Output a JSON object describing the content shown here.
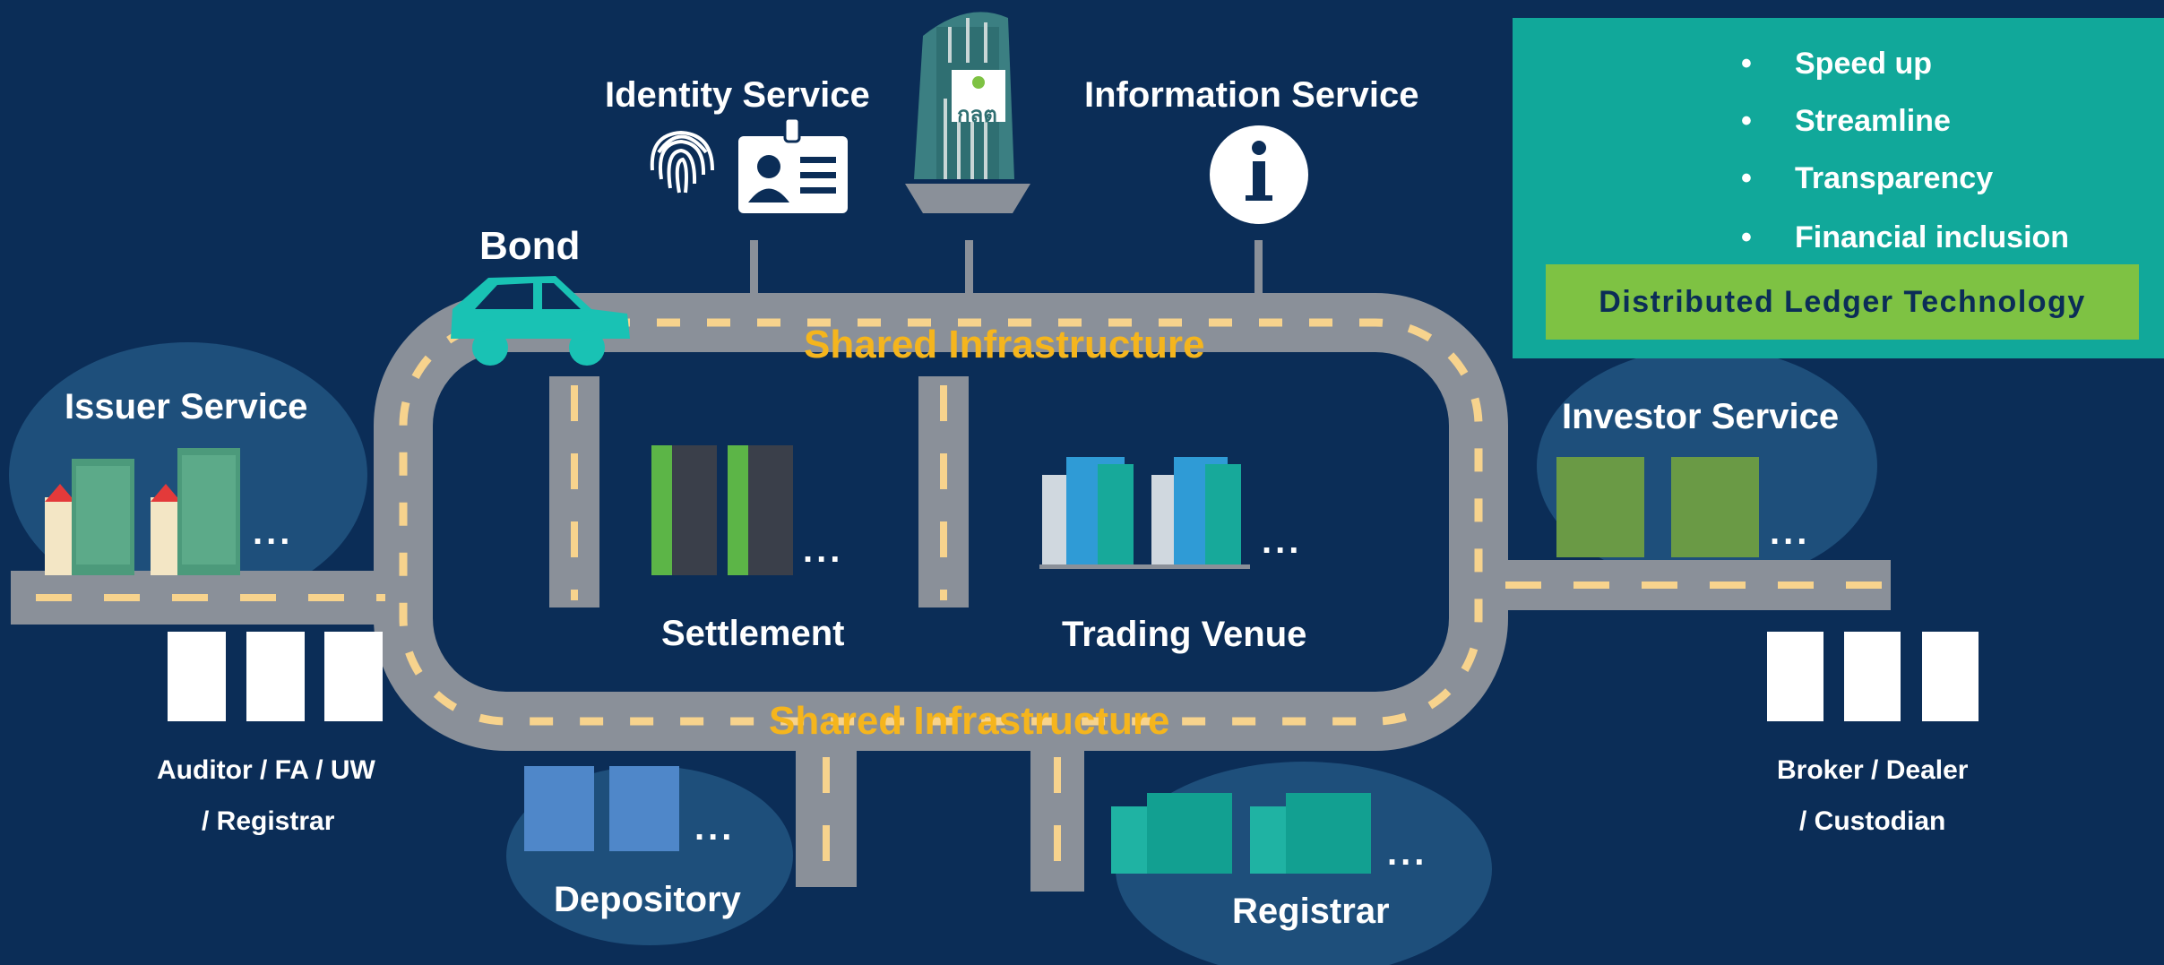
{
  "services": {
    "identity": "Identity Service",
    "information": "Information Service",
    "issuer": "Issuer Service",
    "investor": "Investor Service"
  },
  "bond_label": "Bond",
  "road": {
    "top_label": "Shared Infrastructure",
    "bottom_label": "Shared Infrastructure"
  },
  "nodes": {
    "settlement": "Settlement",
    "trading_venue": "Trading Venue",
    "depository": "Depository",
    "registrar": "Registrar",
    "auditor_line1": "Auditor / FA / UW",
    "auditor_line2": "/ Registrar",
    "broker_line1": "Broker / Dealer",
    "broker_line2": "/ Custodian",
    "ellipsis": "..."
  },
  "building_logo_text": "กลต",
  "dlt": {
    "benefits": [
      "Speed up",
      "Streamline",
      "Transparency",
      "Financial inclusion"
    ],
    "title": "Distributed Ledger Technology"
  },
  "colors": {
    "background": "#0b2d57",
    "road": "#8a9099",
    "road_dash": "#f7d38d",
    "infra_label": "#f5b51d",
    "panel": "#11a89a",
    "panel_bar": "#7ec243",
    "bond_car": "#19c2b4"
  },
  "icons": [
    "fingerprint-icon",
    "id-card-icon",
    "info-icon",
    "network-people-icon",
    "car-icon",
    "building-icon"
  ]
}
